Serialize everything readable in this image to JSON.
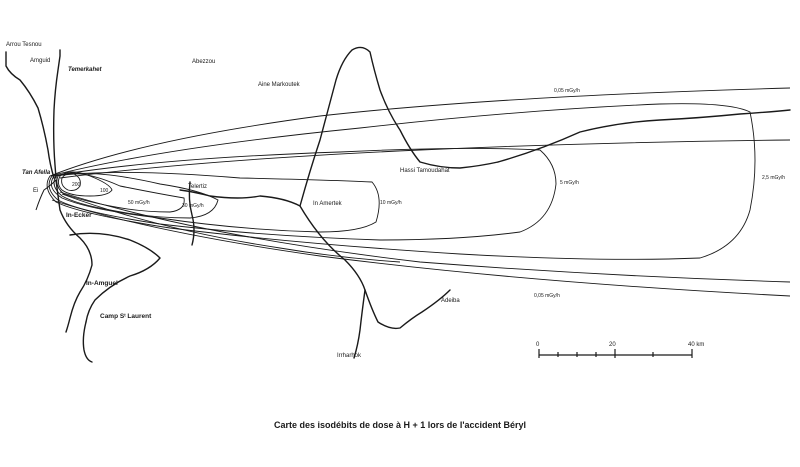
{
  "places": {
    "arrou_tesnou": "Arrou Tesnou",
    "amguid": "Amguid",
    "temerkahet": "Temerkahet",
    "abezzou": "Abezzou",
    "aine_markoutek": "Aine Markoutek",
    "tan_afella": "Tan Afella",
    "ei": "Ei",
    "in_ecker": "In-Ecker",
    "in_amguel": "In-Amguel",
    "camp_st_laurent": "Camp Sᵗ Laurent",
    "telertiz": "Telertiz",
    "in_amertek": "In Amertek",
    "hassi_tamoudahat": "Hassi Tamoudahat",
    "adeiba": "Adeiba",
    "irrharhok": "Irrharhok"
  },
  "isodose_labels": {
    "c200": "200",
    "c100": "100",
    "c50": "50 mGy/h",
    "c30": "30 mGy/h",
    "c10": "10 mGy/h",
    "c5": "5 mGy/h",
    "c2_5": "2,5 mGy/h",
    "c0_05_top": "0,05 mGy/h",
    "c0_05_bottom": "0,05 mGy/h"
  },
  "scale": {
    "tick_0": "0",
    "tick_20": "20",
    "tick_40": "40 km"
  },
  "caption": "Carte des isodébits de dose à H + 1 lors de l'accident Béryl",
  "colors": {
    "ink": "#1a1a1a",
    "paper": "#ffffff"
  }
}
